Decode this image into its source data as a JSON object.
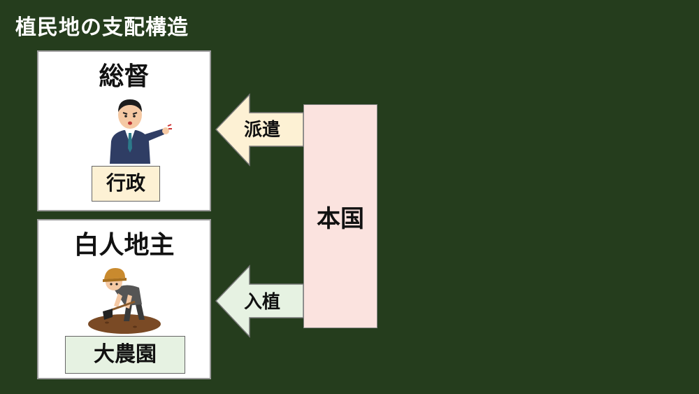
{
  "title": "植民地の支配構造",
  "governor": {
    "heading": "総督",
    "role": "行政",
    "illustration": "official-pointing-icon"
  },
  "landlord": {
    "heading": "白人地主",
    "role": "大農園",
    "illustration": "farmer-digging-icon"
  },
  "arrows": {
    "dispatch": "派遣",
    "settle": "入植"
  },
  "home_country": "本国",
  "colors": {
    "background": "#253d1d",
    "admin_tag": "#fdf1d4",
    "plantation_tag": "#e6f2e2",
    "home_country": "#fbe3df",
    "dispatch_arrow": "#fdf1d4",
    "settle_arrow": "#e6f2e2"
  }
}
